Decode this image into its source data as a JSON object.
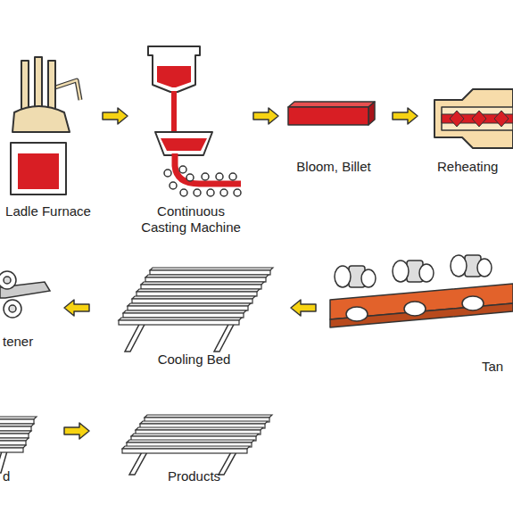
{
  "diagram": {
    "nodes": [
      {
        "text": [
          "Ladle Furnace"
        ]
      },
      {
        "text": [
          "Continuous Casting Machine"
        ]
      },
      {
        "text": [
          "Bloom, Billet"
        ]
      },
      {
        "text": [
          "Reheating"
        ]
      },
      {
        "text": [
          "Tan"
        ]
      },
      {
        "text": [
          "Cooling Bed"
        ]
      },
      {
        "text": [
          "tener"
        ]
      },
      {
        "text": [
          "d"
        ]
      },
      {
        "text": [
          "Products"
        ]
      }
    ],
    "edges": [
      {
        "from": 0,
        "to": 1,
        "arrow": "to"
      },
      {
        "from": 1,
        "to": 2,
        "arrow": "to"
      },
      {
        "from": 2,
        "to": 3,
        "arrow": "to"
      },
      {
        "from": 4,
        "to": 5,
        "arrow": "to"
      },
      {
        "from": 5,
        "to": 6,
        "arrow": "to"
      },
      {
        "from": 7,
        "to": 8,
        "arrow": "to"
      }
    ]
  }
}
